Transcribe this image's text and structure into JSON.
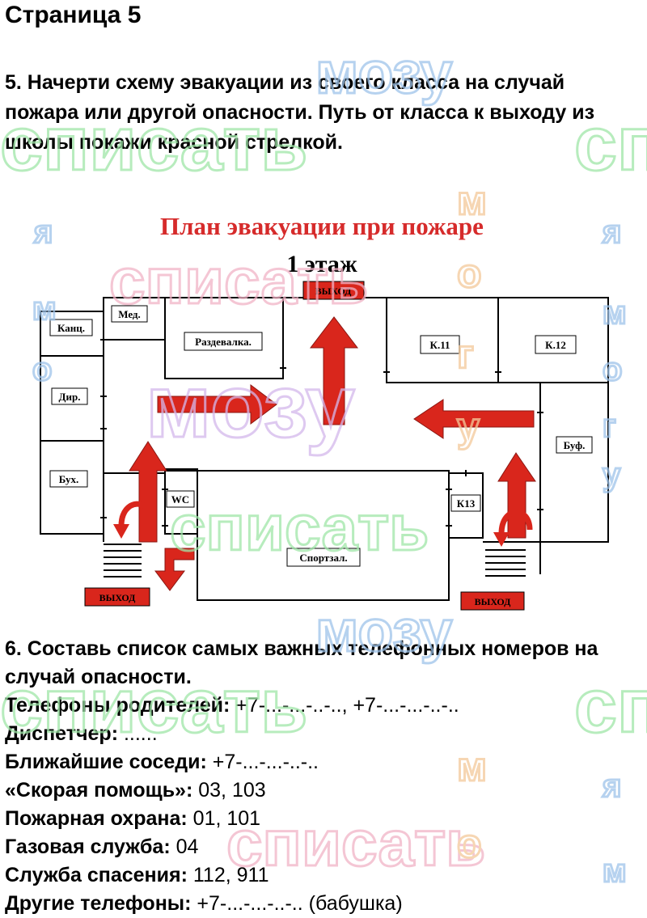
{
  "page_title": "Страница 5",
  "task5": {
    "text": "5. Начерти схему эвакуации из своего класса на случай пожара или другой опасности. Путь от класса к выходу из школы покажи красной стрелкой."
  },
  "plan": {
    "title": "План эвакуации при пожаре",
    "floor": "1 этаж",
    "exit_label": "ВЫХОД",
    "rooms": {
      "kants": "Канц.",
      "med": "Мед.",
      "razdevalka": "Раздевалка.",
      "k11": "К.11",
      "k12": "К.12",
      "dir": "Дир.",
      "buf": "Буф.",
      "buh": "Бух.",
      "wc": "WC",
      "k13": "К13",
      "sportzal": "Спортзал."
    },
    "colors": {
      "title": "#d62b2b",
      "arrow": "#d9261c",
      "exit_bg": "#d9261c",
      "walls": "#000000"
    }
  },
  "task6": {
    "question": "6. Составь список самых важных телефонных номеров на случай опасности.",
    "items": [
      {
        "label": "Телефоны родителей:",
        "value": " +7-...-...-..-.., +7-...-...-..-.."
      },
      {
        "label": "Диспетчер:",
        "value": " ......"
      },
      {
        "label": "Ближайшие соседи:",
        "value": " +7-...-...-..-.."
      },
      {
        "label": "«Скорая помощь»:",
        "value": " 03, 103"
      },
      {
        "label": "Пожарная охрана:",
        "value": " 01, 101"
      },
      {
        "label": "Газовая служба:",
        "value": " 04"
      },
      {
        "label": "Служба спасения:",
        "value": " 112, 911"
      },
      {
        "label": "Другие телефоны:",
        "value": " +7-...-...-..-.. (бабушка)"
      }
    ]
  },
  "watermark": {
    "words": [
      "мозу",
      "списать",
      "я",
      "м",
      "о",
      "г",
      "у"
    ],
    "colors": {
      "blue": "#9ec3ea",
      "green": "#9fe6a8",
      "pink": "#f1b3c6",
      "orange": "#f4c99a",
      "purple": "#d4b8ec"
    }
  }
}
